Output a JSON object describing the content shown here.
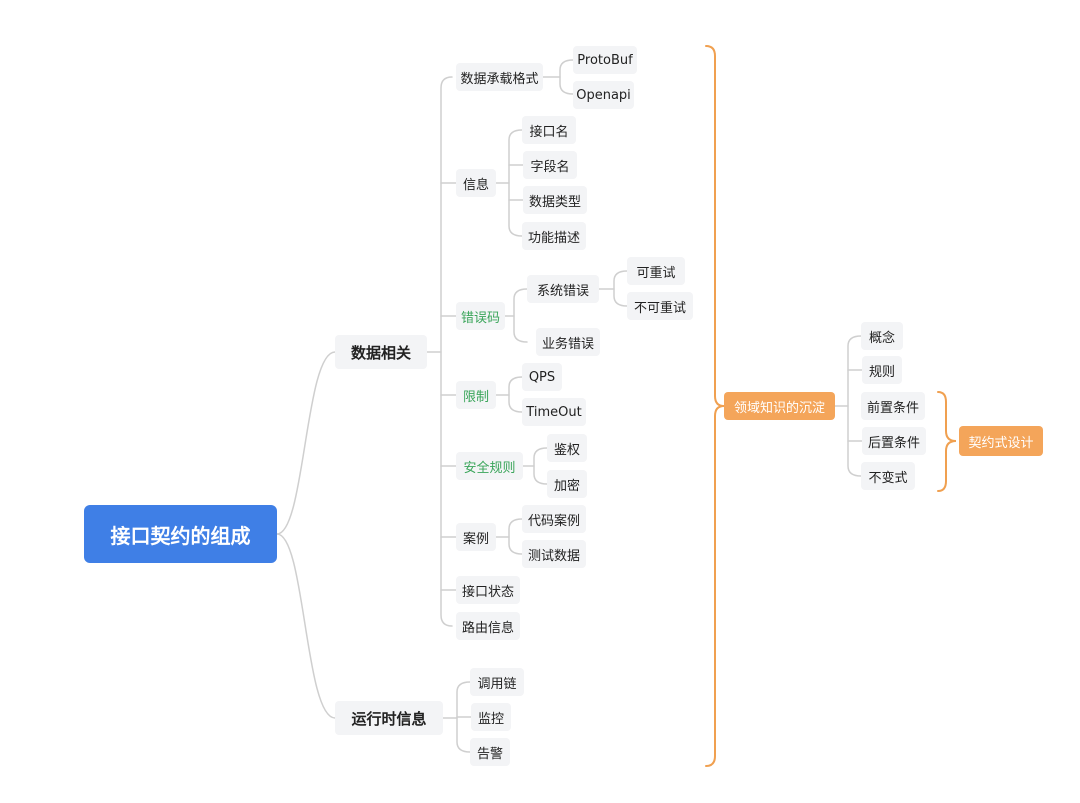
{
  "root": "接口契约的组成",
  "data_related": {
    "label": "数据相关",
    "format": {
      "label": "数据承载格式",
      "items": [
        "ProtoBuf",
        "Openapi"
      ]
    },
    "info": {
      "label": "信息",
      "items": [
        "接口名",
        "字段名",
        "数据类型",
        "功能描述"
      ]
    },
    "error_code": {
      "label": "错误码",
      "system_error": {
        "label": "系统错误",
        "items": [
          "可重试",
          "不可重试"
        ]
      },
      "business_error": "业务错误"
    },
    "limit": {
      "label": "限制",
      "items": [
        "QPS",
        "TimeOut"
      ]
    },
    "security": {
      "label": "安全规则",
      "items": [
        "鉴权",
        "加密"
      ]
    },
    "case": {
      "label": "案例",
      "items": [
        "代码案例",
        "测试数据"
      ]
    },
    "api_status": "接口状态",
    "route_info": "路由信息"
  },
  "runtime": {
    "label": "运行时信息",
    "items": [
      "调用链",
      "监控",
      "告警"
    ]
  },
  "domain": {
    "label": "领域知识的沉淀",
    "items": [
      "概念",
      "规则",
      "前置条件",
      "后置条件",
      "不变式"
    ],
    "contract_design": "契约式设计"
  },
  "colors": {
    "root": "#3f7fe6",
    "node_bg": "#f3f4f6",
    "accent_green": "#3aa55a",
    "accent_orange": "#f4a55a",
    "line": "#cfcfcf"
  }
}
